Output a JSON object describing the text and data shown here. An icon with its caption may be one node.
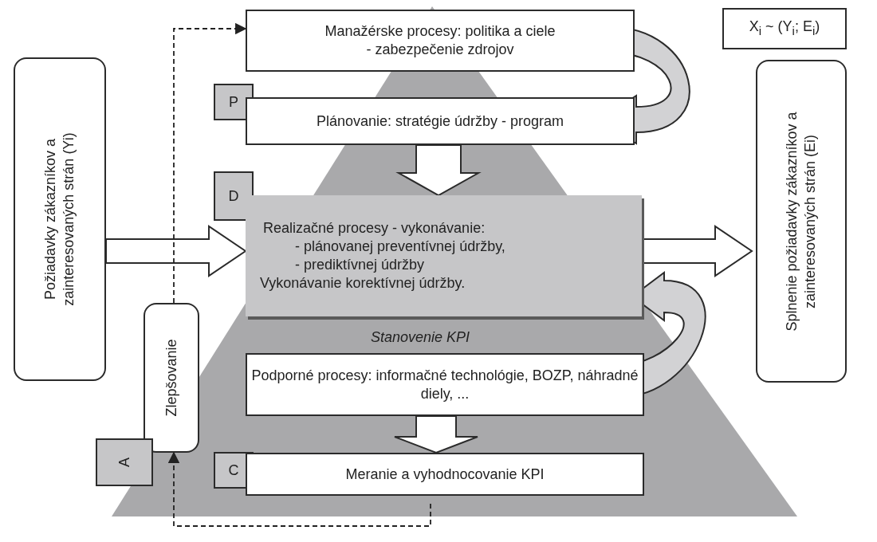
{
  "diagram": {
    "nodes": [
      {
        "text": [
          "Požiadavky zákazníkov a zainteresovaných strán (Yi)"
        ]
      },
      {
        "text": [
          "Manažérske procesy: politika a ciele",
          "- zabezpečenie zdrojov"
        ]
      },
      {
        "text": [
          "P"
        ]
      },
      {
        "text": [
          "Plánovanie: stratégie údržby - program"
        ]
      },
      {
        "text": [
          "D"
        ]
      },
      {
        "text": [
          "Realizačné procesy - vykonávanie:",
          "- plánovanej preventívnej údržby,",
          "- prediktívnej údržby",
          "Vykonávanie korektívnej údržby."
        ]
      },
      {
        "text": [
          "Podporné procesy: informačné technológie, BOZP, náhradné diely, ..."
        ]
      },
      {
        "text": [
          "Zlepšovanie"
        ]
      },
      {
        "text": [
          "A"
        ]
      },
      {
        "text": [
          "C"
        ]
      },
      {
        "text": [
          "Meranie a vyhodnocovanie KPI"
        ]
      },
      {
        "text": [
          "Splnenie požiadavky zákazníkov a zainteresovaných strán (Ei)"
        ]
      },
      {
        "text": [
          "X$_{i}$ ~ (Y$_{i}$; E$_{i}$)"
        ]
      }
    ],
    "edges": [
      {
        "from": 0,
        "to": 5,
        "arrow": "to",
        "style": "thick"
      },
      {
        "from": 5,
        "to": 11,
        "arrow": "to",
        "style": "thick"
      },
      {
        "from": 1,
        "to": 3,
        "arrow": "to",
        "style": "thick"
      },
      {
        "from": 3,
        "to": 5,
        "arrow": "to",
        "style": "thick"
      },
      {
        "from": 6,
        "to": 5,
        "arrow": "to",
        "style": "thick"
      },
      {
        "from": 6,
        "to": 10,
        "arrow": "to",
        "style": "thick"
      },
      {
        "from": 10,
        "to": 7,
        "arrow": "to",
        "style": "dashed"
      },
      {
        "from": 7,
        "to": 1,
        "arrow": "to",
        "style": "dashed"
      }
    ],
    "labels": [
      "Stanovenie KPI"
    ]
  }
}
